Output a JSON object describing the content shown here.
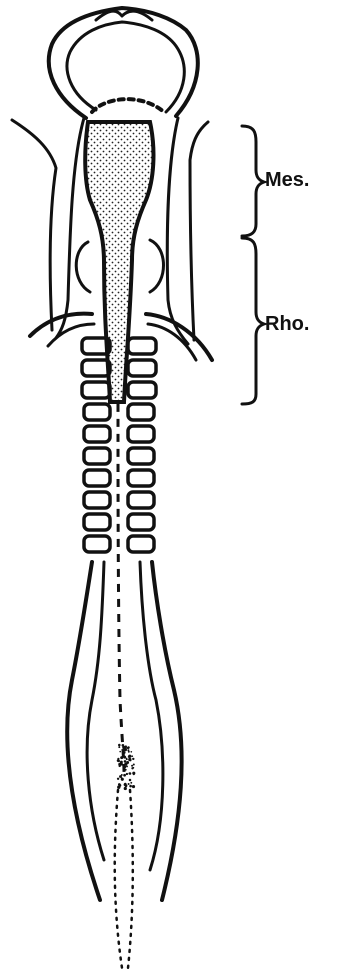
{
  "figure": {
    "labels": {
      "mesencephalon": "Mes.",
      "rhombencephalon": "Rho."
    },
    "colors": {
      "stroke": "#111111",
      "background": "#ffffff",
      "stipple": "#222222"
    },
    "somite_pairs": 10
  }
}
